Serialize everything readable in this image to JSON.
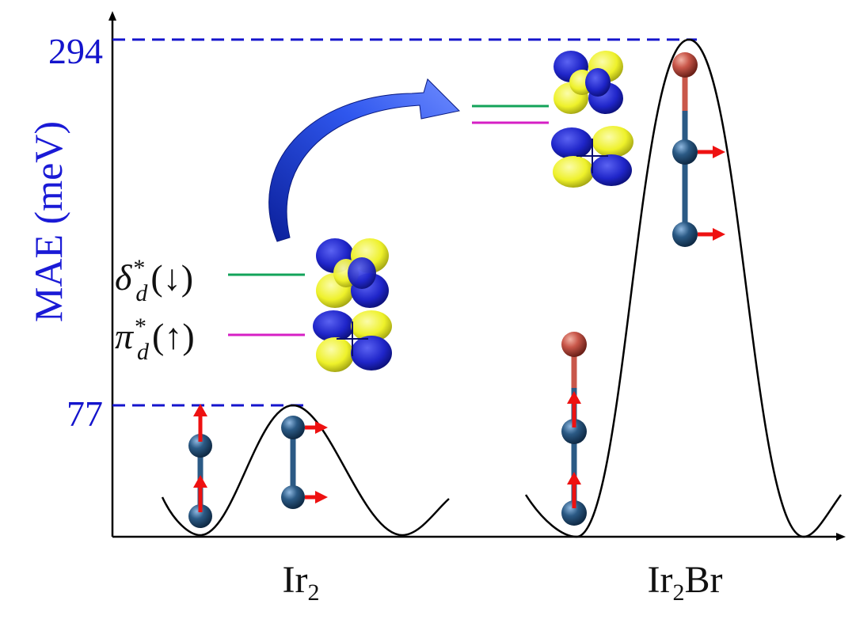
{
  "axis": {
    "ylabel": "MAE (meV)",
    "yticks": [
      "294",
      "77"
    ]
  },
  "systems": [
    {
      "name": "Ir",
      "subscript": "2",
      "suffix": "",
      "mae": 77
    },
    {
      "name": "Ir",
      "subscript": "2",
      "suffix": "Br",
      "mae": 294
    }
  ],
  "orbitals": [
    {
      "symbol": "δ",
      "superscript": "*",
      "subscript": "d",
      "spin": "(↓)",
      "color": "#13a35a"
    },
    {
      "symbol": "π",
      "superscript": "*",
      "subscript": "d",
      "spin": "(↑)",
      "color": "#d61fc4"
    }
  ],
  "colors": {
    "axis": "#000000",
    "dashed": "#1414cc",
    "ylabel": "#1a1ad6",
    "ir_atom": "#2b5a85",
    "br_atom": "#c9574a",
    "moment_arrow": "#ee1111",
    "lobe_blue": "#1f25c9",
    "lobe_yellow": "#eef12a",
    "curved_arrow": "#1b3fd8"
  },
  "icons": [
    "ir-atom-icon",
    "br-atom-icon",
    "magnetic-moment-arrow-icon",
    "orbital-isosurface-icon",
    "curved-transition-arrow-icon"
  ]
}
